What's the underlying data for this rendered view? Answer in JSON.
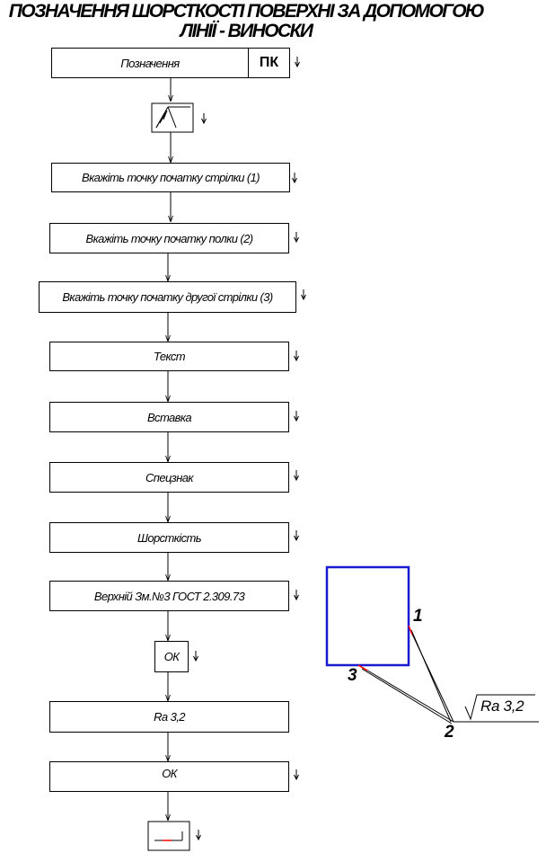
{
  "title": {
    "line1": "ПОЗНАЧЕННЯ ШОРСТКОСТІ ПОВЕРХНІ ЗА ДОПОМОГОЮ",
    "line2": "ЛІНІЇ - ВИНОСКИ"
  },
  "steps": {
    "designation": "Позначення",
    "pk": "ПК",
    "arrow_start": "Вкажіть точку початку стрілки (1)",
    "shelf_start": "Вкажіть точку початку полки (2)",
    "second_arrow_start": "Вкажіть точку початку другої стрілки (3)",
    "text": "Текст",
    "insert": "Вставка",
    "special_sign": "Спецзнак",
    "roughness": "Шорсткість",
    "upper_change": "Верхній Зм.№3 ГОСТ 2.309.73",
    "ok1": "ОК",
    "ra_value": "Ra 3,2",
    "ok2": "ОК"
  },
  "figure": {
    "point1": "1",
    "point2": "2",
    "point3": "3",
    "roughness_label": "Ra 3,2",
    "part_color": "#1a1ad0",
    "arrow_color": "#ff0000"
  }
}
